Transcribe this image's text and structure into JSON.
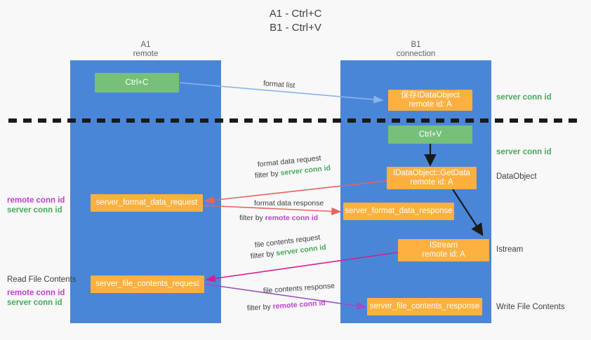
{
  "title": "A1 - Ctrl+C\nB1 - Ctrl+V",
  "lanes": [
    {
      "id": "a1",
      "name": "A1",
      "role": "remote"
    },
    {
      "id": "b1",
      "name": "B1",
      "role": "connection"
    }
  ],
  "colors": {
    "lane": "#4a86d8",
    "green_node": "#76c07a",
    "orange_node": "#fbb040",
    "server_conn_id": "#4aa85a",
    "remote_conn_id": "#c040d0",
    "arrow_blue": "#8ab4e8",
    "arrow_red": "#e8635a",
    "arrow_magenta": "#d02090",
    "arrow_purple": "#9b4fc0",
    "arrow_black": "#1a1a1a",
    "background": "#f8f8f8"
  },
  "nodes": {
    "ctrl_c": {
      "line1": "Ctrl+C",
      "line2": ""
    },
    "ctrl_v": {
      "line1": "Ctrl+V",
      "line2": ""
    },
    "save_idataobject": {
      "line1": "保存IDataObject",
      "line2": "remote id: A"
    },
    "getdata": {
      "line1": "IDataObject::GetData",
      "line2": "remote id: A"
    },
    "istream": {
      "line1": "IStream",
      "line2": "remote id: A"
    },
    "fmt_req": {
      "line1": "server_format_data_request",
      "line2": ""
    },
    "fmt_resp": {
      "line1": "server_format_data_response",
      "line2": ""
    },
    "file_req": {
      "line1": "server_file_contents_request",
      "line2": ""
    },
    "file_resp": {
      "line1": "server_file_contents_response",
      "line2": ""
    }
  },
  "annotations": {
    "right_server_conn_1": "server conn id",
    "right_server_conn_2": "server conn id",
    "right_dataobject": "DataObject",
    "right_istream": "Istream",
    "right_write_file": "Write File Contents",
    "left_remote_conn_1": "remote conn id",
    "left_server_conn_1": "server conn id",
    "left_read_file": "Read File Contents",
    "left_remote_conn_2": "remote conn id",
    "left_server_conn_2": "server conn id"
  },
  "captions": {
    "format_list": "format list",
    "format_data_request": "format data request",
    "format_data_request_filter_pre": "filter by ",
    "format_data_request_filter_key": "server conn id",
    "format_data_response": "format data response",
    "format_data_response_filter_pre": "filter by ",
    "format_data_response_filter_key": "remote conn id",
    "file_contents_request": "file contents request",
    "file_contents_request_filter_pre": "filter by ",
    "file_contents_request_filter_key": "server conn id",
    "file_contents_response": "file contents response",
    "file_contents_response_filter_pre": "filter by ",
    "file_contents_response_filter_key": "remote conn id"
  }
}
